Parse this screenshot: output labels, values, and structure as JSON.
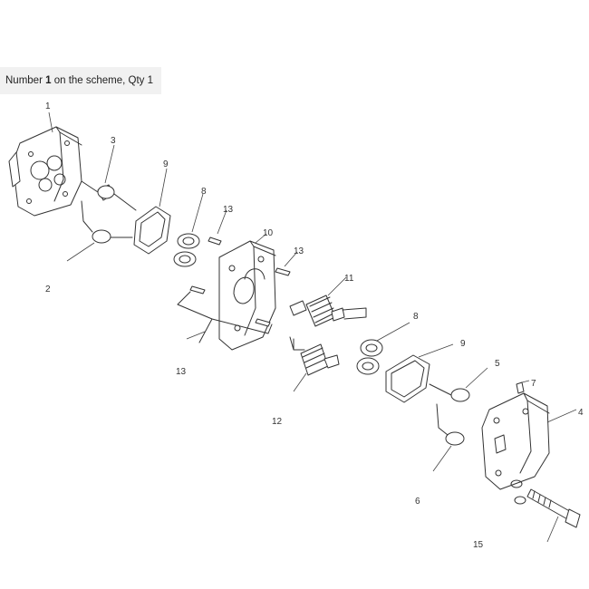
{
  "caption": {
    "prefix": "Number ",
    "number": "1",
    "suffix": " on the scheme, Qty 1"
  },
  "callouts": {
    "c1": "1",
    "c2": "2",
    "c3": "3",
    "c4": "4",
    "c5": "5",
    "c6": "6",
    "c7": "7",
    "c8a": "8",
    "c8b": "8",
    "c9a": "9",
    "c9b": "9",
    "c10": "10",
    "c11": "11",
    "c12": "12",
    "c13a": "13",
    "c13b": "13",
    "c13c": "13",
    "c15": "15"
  }
}
